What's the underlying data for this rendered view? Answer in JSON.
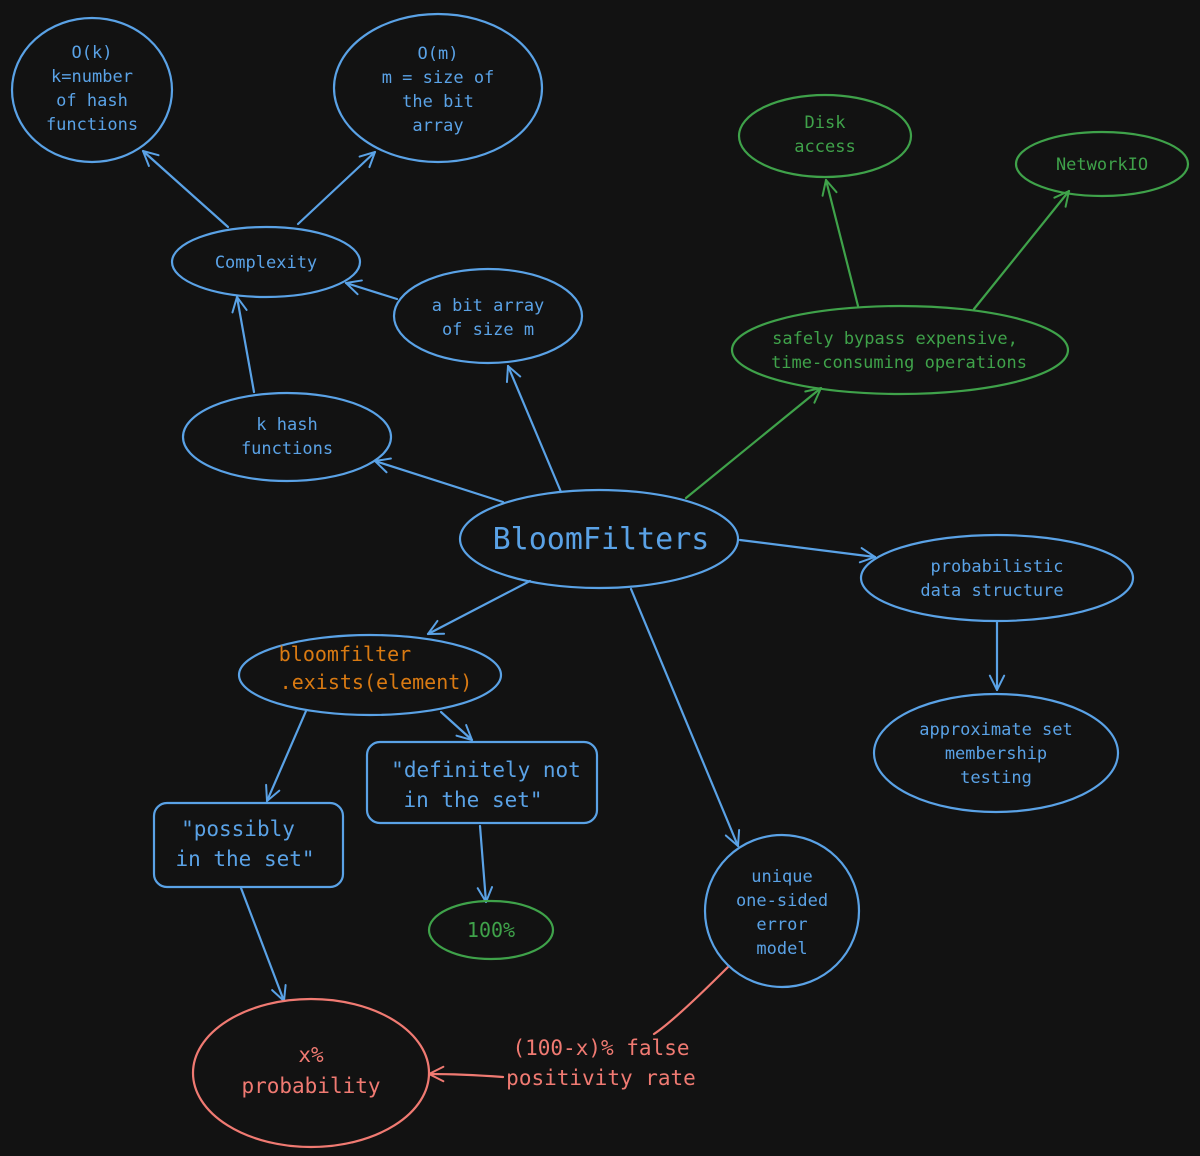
{
  "nodes": {
    "ok": {
      "lines": [
        "O(k)",
        "k=number",
        "of hash",
        "functions"
      ]
    },
    "om": {
      "lines": [
        "O(m)",
        "m = size of",
        "the bit",
        "array"
      ]
    },
    "complexity": {
      "lines": [
        "Complexity"
      ]
    },
    "bitarray": {
      "lines": [
        "a bit array",
        "of size m"
      ]
    },
    "khash": {
      "lines": [
        "k hash",
        "functions"
      ]
    },
    "bloom": {
      "lines": [
        "BloomFilters"
      ]
    },
    "disk": {
      "lines": [
        "Disk",
        "access"
      ]
    },
    "network": {
      "lines": [
        "NetworkIO"
      ]
    },
    "bypass": {
      "lines": [
        "safely bypass expensive,",
        "time-consuming operations"
      ]
    },
    "prob": {
      "lines": [
        "probabilistic",
        "data structure"
      ]
    },
    "approx": {
      "lines": [
        "approximate set",
        "membership",
        "testing"
      ]
    },
    "exists": {
      "lines": [
        "bloomfilter",
        ".exists(element)"
      ]
    },
    "definitely": {
      "lines": [
        "\"definitely not",
        "in the set\""
      ]
    },
    "possibly": {
      "lines": [
        "\"possibly",
        "in the set\""
      ]
    },
    "hundred": {
      "lines": [
        "100%"
      ]
    },
    "unique": {
      "lines": [
        "unique",
        "one-sided",
        "error",
        "model"
      ]
    },
    "xprob": {
      "lines": [
        "x%",
        "probability"
      ]
    },
    "fpr": {
      "lines": [
        "(100-x)% false",
        "positivity rate"
      ]
    }
  },
  "colors": {
    "background": "#121212",
    "blue": "#5aa2e6",
    "green": "#3fa24a",
    "orange": "#d97a12",
    "red": "#f07a72"
  }
}
